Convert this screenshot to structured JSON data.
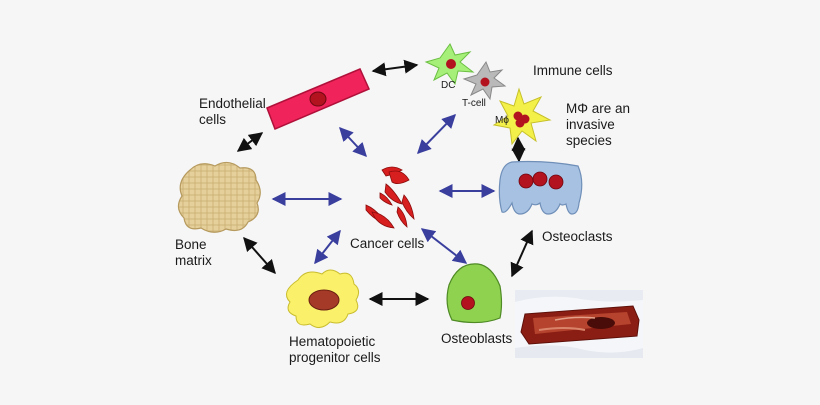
{
  "labels": {
    "endothelial": "Endothelial cells",
    "immune": "Immune cells",
    "dc": "DC",
    "tcell": "T-cell",
    "mphi_small": "Mϕ",
    "mphi_note": "MΦ are an invasive species",
    "bone": "Bone matrix",
    "cancer": "Cancer cells",
    "osteoclasts": "Osteoclasts",
    "osteoblasts": "Osteoblasts",
    "hematopoietic": "Hematopoietic progenitor cells"
  },
  "colors": {
    "black_arrow": "#111111",
    "blue_arrow": "#3a3f9e",
    "endothelial": "#f0245a",
    "nucleus": "#b3121f",
    "dc": "#a6f07a",
    "tcell": "#b9b9b9",
    "macrophage": "#f4f04a",
    "osteoclast": "#a7c1e2",
    "osteoblast": "#8ed24f",
    "hematopoietic": "#faf06a",
    "hemato_nucleus": "#a63a28",
    "bone": "#e5cf9a",
    "cancer": "#d81f1f"
  }
}
